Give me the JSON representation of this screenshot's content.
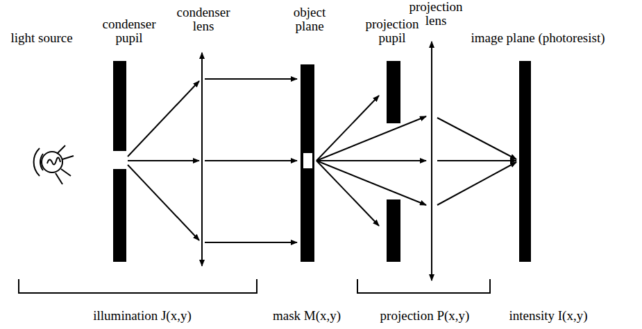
{
  "diagram": {
    "labels": [
      "light source",
      "condenser pupil",
      "condenser lens",
      "object plane",
      "projection pupil",
      "projection lens",
      "image plane (photoresist)",
      "illumination J(x,y)",
      "mask M(x,y)",
      "projection P(x,y)",
      "intensity I(x,y)"
    ]
  }
}
